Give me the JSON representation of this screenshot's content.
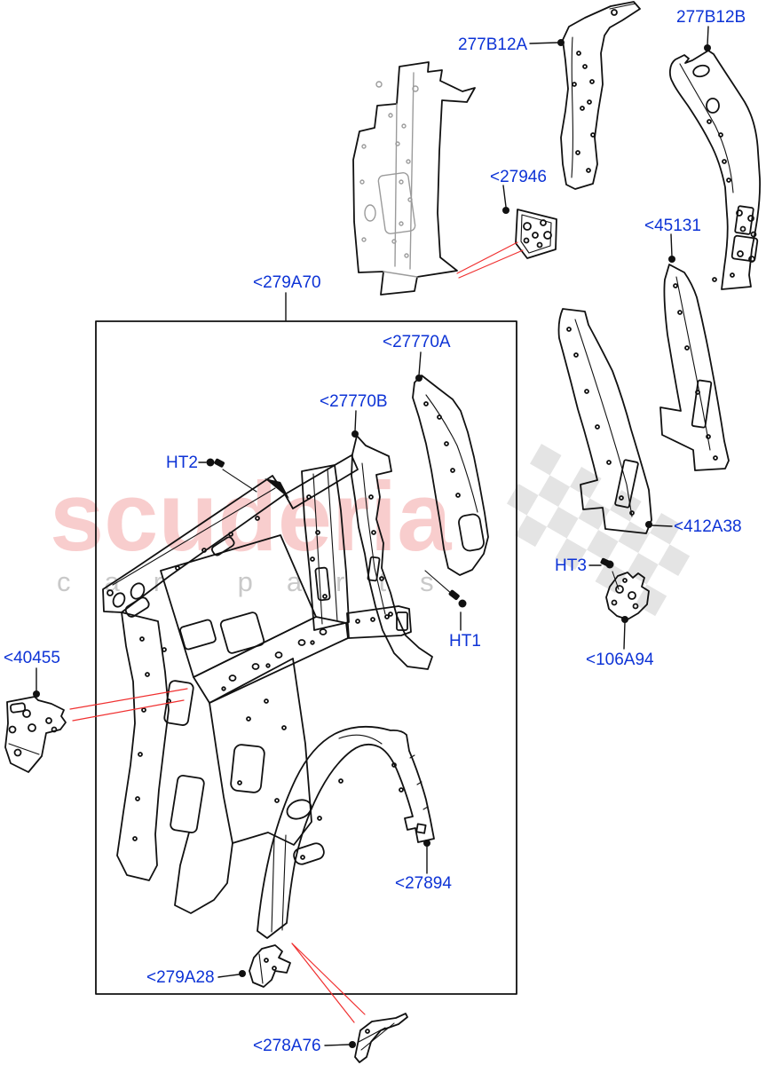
{
  "page": {
    "background": "#ffffff",
    "type": "parts-diagram"
  },
  "watermark": {
    "brand": "scuderia",
    "tagline": "car parts"
  },
  "colors": {
    "label_blue": "#0d33d6",
    "callout_red": "#f03030",
    "line_art": "#111111",
    "ghost_part_gray": "#9b9b9b",
    "watermark_pink": "#f8cdcd",
    "watermark_gray": "#c9c9c9",
    "flag_gray": "#e4e4e4",
    "background": "#ffffff"
  },
  "icons": {
    "bolt": "ht-bolt-icon",
    "leader_dot": "leader-endpoint-dot"
  },
  "assembly_box_label": "<279A70",
  "labels": [
    {
      "id": "277B12A",
      "text": "277B12A"
    },
    {
      "id": "277B12B",
      "text": "277B12B"
    },
    {
      "id": "27946",
      "text": "<27946"
    },
    {
      "id": "45131",
      "text": "<45131"
    },
    {
      "id": "279A70",
      "text": "<279A70"
    },
    {
      "id": "27770A",
      "text": "<27770A"
    },
    {
      "id": "27770B",
      "text": "<27770B"
    },
    {
      "id": "HT2",
      "text": "HT2"
    },
    {
      "id": "HT1",
      "text": "HT1"
    },
    {
      "id": "HT3",
      "text": "HT3"
    },
    {
      "id": "412A38",
      "text": "<412A38"
    },
    {
      "id": "106A94",
      "text": "<106A94"
    },
    {
      "id": "40455",
      "text": "<40455"
    },
    {
      "id": "27894",
      "text": "<27894"
    },
    {
      "id": "279A28",
      "text": "<279A28"
    },
    {
      "id": "278A76",
      "text": "<278A76"
    }
  ]
}
